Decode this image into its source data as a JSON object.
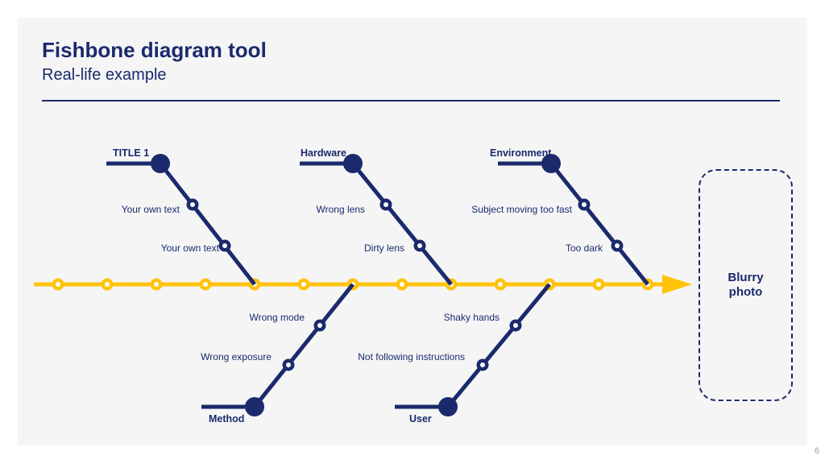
{
  "slide": {
    "title": "Fishbone diagram tool",
    "subtitle": "Real-life example",
    "page_number": "6"
  },
  "diagram": {
    "effect": {
      "label": "Blurry photo"
    },
    "branches": [
      {
        "name": "TITLE 1",
        "side": "top",
        "causes": [
          "Your own text",
          "Your own text"
        ]
      },
      {
        "name": "Hardware",
        "side": "top",
        "causes": [
          "Wrong lens",
          "Dirty lens"
        ]
      },
      {
        "name": "Environment",
        "side": "top",
        "causes": [
          "Subject moving too fast",
          "Too dark"
        ]
      },
      {
        "name": "Method",
        "side": "bottom",
        "causes": [
          "Wrong mode",
          "Wrong exposure"
        ]
      },
      {
        "name": "User",
        "side": "bottom",
        "causes": [
          "Shaky hands",
          "Not following instructions"
        ]
      }
    ],
    "colors": {
      "navy": "#1a2a6c",
      "yellow": "#ffc30b",
      "panel_background": "#f5f5f6"
    }
  }
}
